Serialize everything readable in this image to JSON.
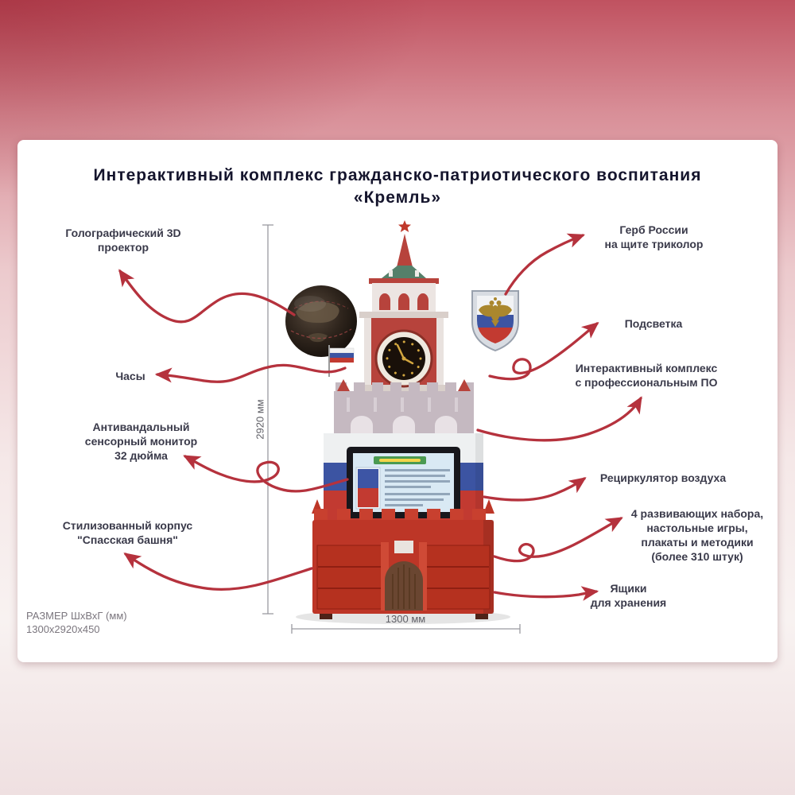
{
  "title": {
    "line1": "Интерактивный комплекс гражданско-патриотического воспитания",
    "line2": "«Кремль»"
  },
  "callouts": {
    "left": [
      {
        "lines": [
          "Голографический 3D",
          "проектор"
        ]
      },
      {
        "lines": [
          "Часы"
        ]
      },
      {
        "lines": [
          "Антивандальный",
          "сенсорный монитор",
          "32 дюйма"
        ]
      },
      {
        "lines": [
          "Стилизованный корпус",
          "\"Спасская башня\""
        ]
      }
    ],
    "right": [
      {
        "lines": [
          "Герб России",
          "на щите триколор"
        ]
      },
      {
        "lines": [
          "Подсветка"
        ]
      },
      {
        "lines": [
          "Интерактивный комплекс",
          "с профессиональным ПО"
        ]
      },
      {
        "lines": [
          "Рециркулятор воздуха"
        ]
      },
      {
        "lines": [
          "4 развивающих набора,",
          "настольные игры,",
          "плакаты и методики",
          "(более 310 штук)"
        ]
      },
      {
        "lines": [
          "Ящики",
          "для хранения"
        ]
      }
    ]
  },
  "dimensions": {
    "height_label": "2920 мм",
    "width_label": "1300 мм",
    "size_title": "РАЗМЕР ШхВхГ (мм)",
    "size_value": "1300х2920х450"
  },
  "colors": {
    "arrow_red": "#b5323d",
    "kremlin_red": "#bd3a2e",
    "flag_blue": "#3c54a2",
    "roof_green": "#55806a",
    "title_ink": "#15152d"
  }
}
